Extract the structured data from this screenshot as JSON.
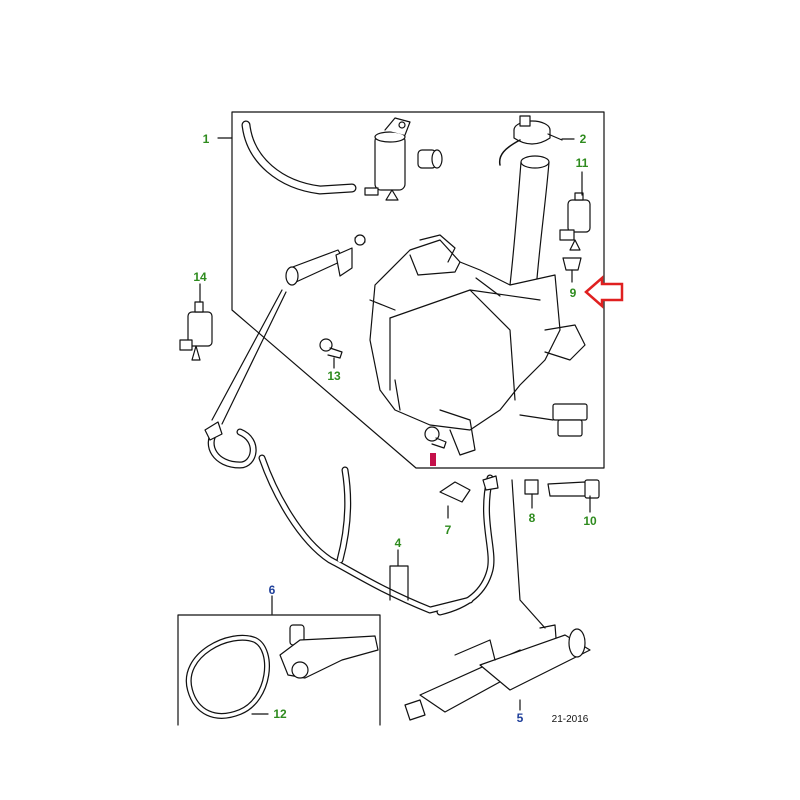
{
  "diagram": {
    "reference_code": "21-2016",
    "colors": {
      "green_callout": "#2e8b1e",
      "blue_callout": "#1f3f9a",
      "highlight_arrow": "#e02020",
      "highlight_marker": "#c4104a",
      "line": "#111111"
    },
    "callouts": [
      {
        "id": "c1",
        "label": "1",
        "color": "green"
      },
      {
        "id": "c2",
        "label": "2",
        "color": "green"
      },
      {
        "id": "c11",
        "label": "11",
        "color": "green"
      },
      {
        "id": "c9",
        "label": "9",
        "color": "green"
      },
      {
        "id": "c14",
        "label": "14",
        "color": "green"
      },
      {
        "id": "c13",
        "label": "13",
        "color": "green"
      },
      {
        "id": "c7",
        "label": "7",
        "color": "green"
      },
      {
        "id": "c8",
        "label": "8",
        "color": "green"
      },
      {
        "id": "c10",
        "label": "10",
        "color": "green"
      },
      {
        "id": "c4",
        "label": "4",
        "color": "green"
      },
      {
        "id": "c6",
        "label": "6",
        "color": "blue"
      },
      {
        "id": "c12",
        "label": "12",
        "color": "green"
      },
      {
        "id": "c5",
        "label": "5",
        "color": "blue"
      }
    ],
    "highlight": {
      "arrow_target": "9",
      "marker_icon": "highlight-marker"
    }
  }
}
